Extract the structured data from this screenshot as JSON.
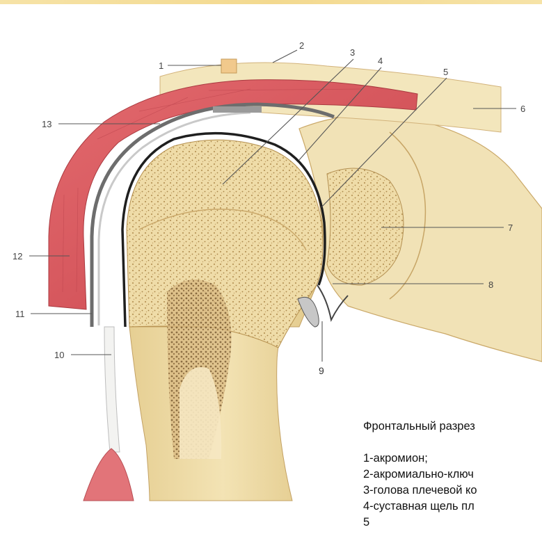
{
  "labels": {
    "n1": "1",
    "n2": "2",
    "n3": "3",
    "n4": "4",
    "n5": "5",
    "n6": "6",
    "n7": "7",
    "n8": "8",
    "n9": "9",
    "n10": "10",
    "n11": "11",
    "n12": "12",
    "n13": "13"
  },
  "caption": {
    "title": "Фронтальный разрез",
    "items": [
      "1-акромион;",
      "2-акромиально-ключ",
      "3-голова плечевой ко",
      "4-суставная щель пл",
      "5"
    ]
  },
  "colors": {
    "muscle": "#d9535b",
    "bone": "#eed9a4",
    "cartilage": "#2b2b2b",
    "background": "#ffffff"
  }
}
